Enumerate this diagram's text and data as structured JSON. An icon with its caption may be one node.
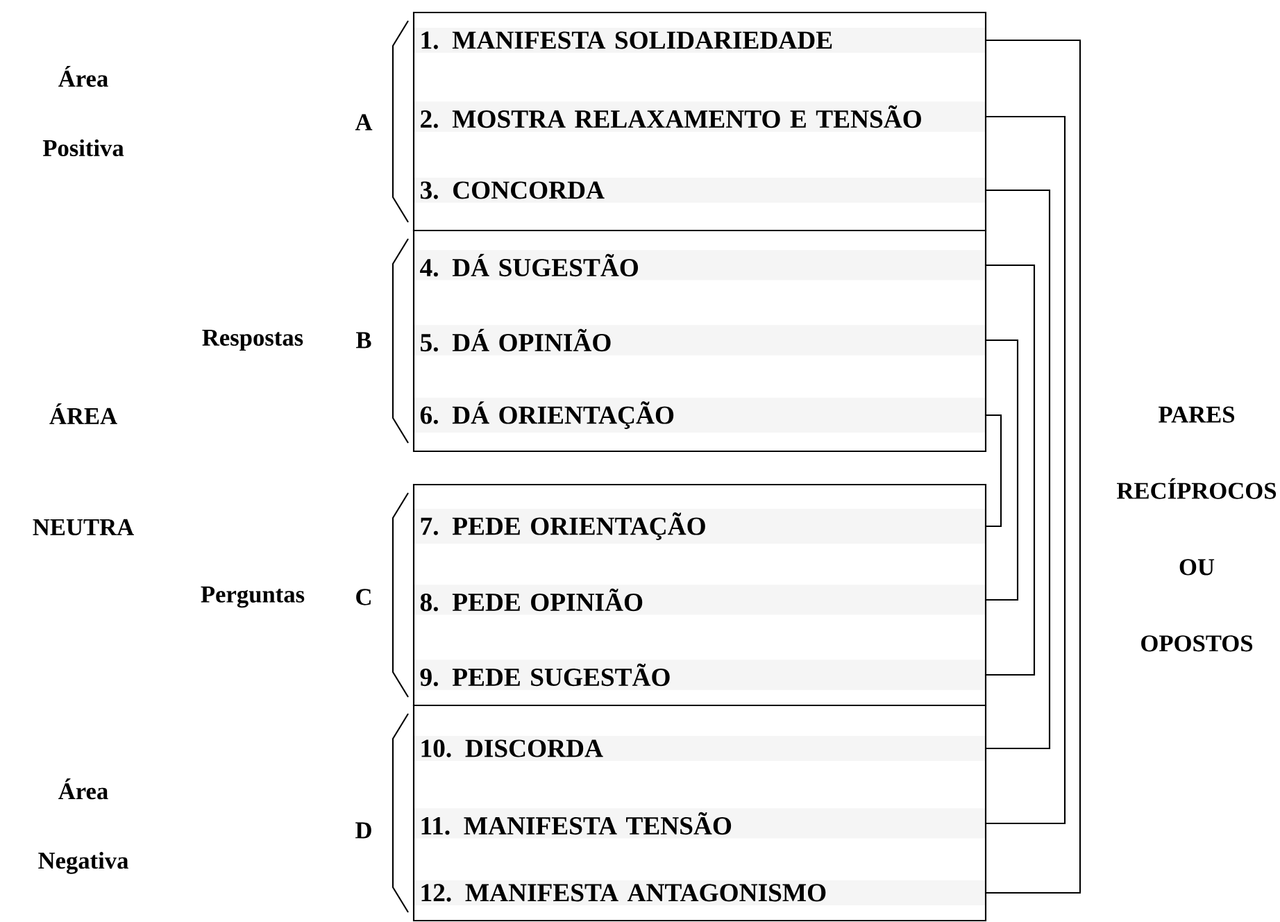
{
  "diagram": {
    "nodes": [
      {
        "text": [],
        "shape": "box"
      },
      {
        "text": [
          "1. MANIFESTA SOLIDARIEDADE"
        ],
        "in": 0
      },
      {
        "text": [
          "2. MOSTRA RELAXAMENTO E TENSÃO"
        ],
        "in": 0
      },
      {
        "text": [
          "3. CONCORDA"
        ],
        "in": 0
      },
      {
        "text": [],
        "shape": "box"
      },
      {
        "text": [
          "4. DÁ SUGESTÃO"
        ],
        "in": 4
      },
      {
        "text": [
          "5. DÁ OPINIÃO"
        ],
        "in": 4
      },
      {
        "text": [
          "6. DÁ ORIENTAÇÃO"
        ],
        "in": 4
      },
      {
        "text": [],
        "shape": "box"
      },
      {
        "text": [
          "7. PEDE ORIENTAÇÃO"
        ],
        "in": 8
      },
      {
        "text": [
          "8. PEDE OPINIÃO"
        ],
        "in": 8
      },
      {
        "text": [
          "9. PEDE SUGESTÃO"
        ],
        "in": 8
      },
      {
        "text": [],
        "shape": "box"
      },
      {
        "text": [
          "10. DISCORDA"
        ],
        "in": 12
      },
      {
        "text": [
          "11. MANIFESTA TENSÃO"
        ],
        "in": 12
      },
      {
        "text": [
          "12. MANIFESTA ANTAGONISMO"
        ],
        "in": 12
      }
    ],
    "edges": [
      {
        "from": 1,
        "to": 15,
        "arrow": "none"
      },
      {
        "from": 2,
        "to": 14,
        "arrow": "none"
      },
      {
        "from": 3,
        "to": 13,
        "arrow": "none"
      },
      {
        "from": 5,
        "to": 11,
        "arrow": "none"
      },
      {
        "from": 6,
        "to": 10,
        "arrow": "none"
      },
      {
        "from": 7,
        "to": 9,
        "arrow": "none"
      }
    ],
    "labels": [
      "Área Positiva",
      "A",
      "Respostas",
      "B",
      "ÁREA NEUTRA",
      "PARES RECÍPROCOS OU OPOSTOS",
      "Perguntas",
      "C",
      "Área Negativa",
      "D"
    ]
  }
}
